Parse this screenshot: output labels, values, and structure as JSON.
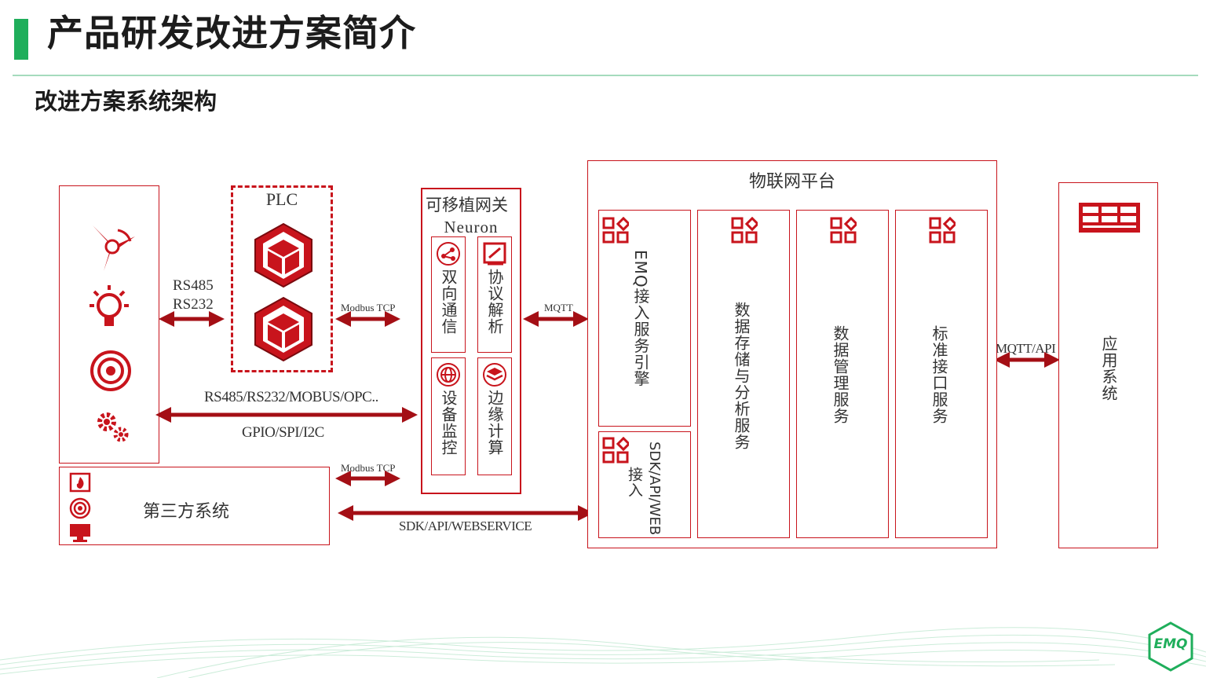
{
  "header": {
    "title": "产品研发改进方案简介",
    "section": "改进方案系统架构"
  },
  "devices": {
    "serial_label_1": "RS485",
    "serial_label_2": "RS232",
    "icons": [
      "wind-turbine-icon",
      "lightbulb-icon",
      "target-sensor-icon",
      "gears-icon"
    ]
  },
  "plc": {
    "label": "PLC",
    "icons": [
      "cube-icon",
      "cube-icon"
    ]
  },
  "links": {
    "modbus_tcp_top": "Modbus TCP",
    "modbus_tcp_bottom": "Modbus TCP",
    "field_bus_1": "RS485/RS232/MOBUS/OPC..",
    "field_bus_2": "GPIO/SPI/I2C",
    "mqtt": "MQTT",
    "mqtt_api": "MQTT/API",
    "sdk_api": "SDK/API/WEBSERVICE"
  },
  "gateway": {
    "title": "可移植网关",
    "subtitle": "Neuron",
    "modules": [
      {
        "label": "双向通信",
        "icon": "share-icon"
      },
      {
        "label": "协议解析",
        "icon": "edit-icon"
      },
      {
        "label": "设备监控",
        "icon": "globe-icon"
      },
      {
        "label": "边缘计算",
        "icon": "layers-icon"
      }
    ]
  },
  "third_party": {
    "label": "第三方系统",
    "icons": [
      "fire-icon",
      "target-sensor-icon",
      "monitor-icon"
    ]
  },
  "platform": {
    "title": "物联网平台",
    "services": [
      {
        "label": "EMQ接入服务引擎"
      },
      {
        "label": "数据存储与分析服务"
      },
      {
        "label": "数据管理服务"
      },
      {
        "label": "标准接口服务"
      }
    ],
    "sdk_access": {
      "line1": "SDK/API/WEB",
      "line2": "接入"
    }
  },
  "application": {
    "label": "应用系统"
  },
  "brand": {
    "logo_text": "EMQ",
    "accent": "#1fae5b",
    "diagram_red": "#c8141c"
  }
}
